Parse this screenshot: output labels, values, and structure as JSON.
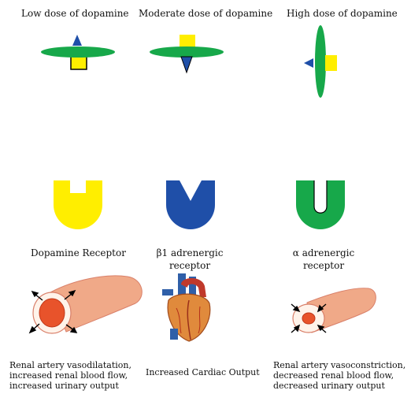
{
  "doses": {
    "low": "Low dose of dopamine",
    "moderate": "Moderate dose of dopamine",
    "high": "High dose of dopamine"
  },
  "receptors": {
    "dopamine": "Dopamine Receptor",
    "beta1_line1": "β1 adrenergic",
    "beta1_line2": "receptor",
    "alpha_line1": "α adrenergic",
    "alpha_line2": "receptor"
  },
  "effects": {
    "renal_dilation": [
      "Renal artery vasodilatation,",
      "increased renal blood flow,",
      "increased urinary output"
    ],
    "cardiac": "Increased Cardiac Output",
    "renal_constriction": [
      "Renal artery vasoconstriction,",
      "decreased renal blood flow,",
      "decreased urinary output"
    ]
  },
  "colors": {
    "dopamine_receptor": "#ffee00",
    "beta1_receptor": "#1f4fa8",
    "alpha_receptor": "#16a34a",
    "dopamine_molecule": "#17a84a"
  }
}
